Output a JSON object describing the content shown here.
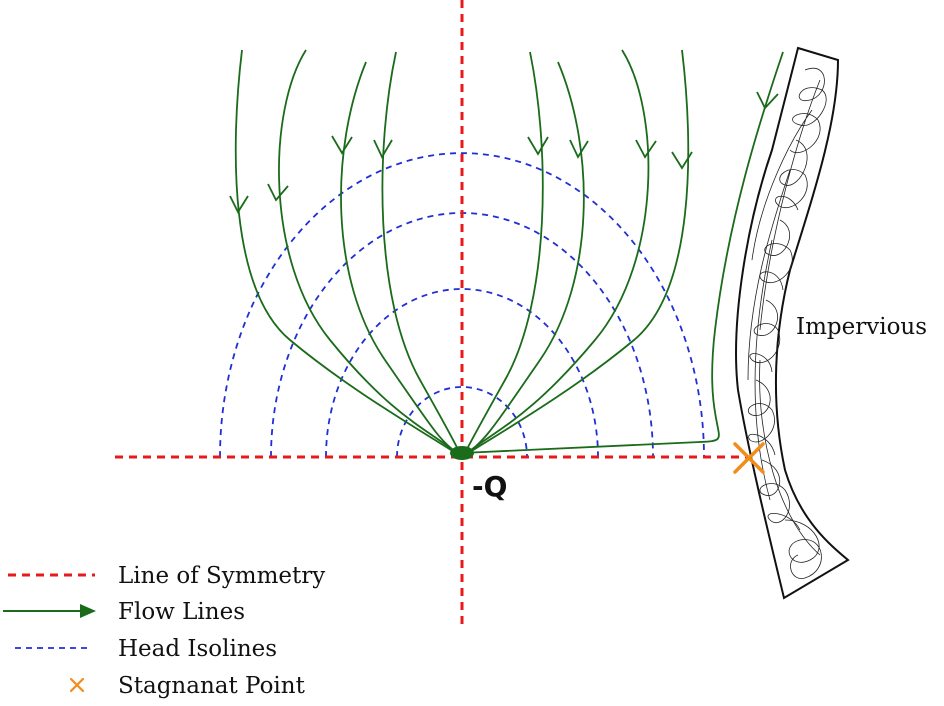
{
  "diagram": {
    "sink_label": "-Q",
    "barrier_label": "Impervious",
    "colors": {
      "symmetry": "#e8191a",
      "flow": "#1a6b1a",
      "isoline": "#1f2fd6",
      "stagnation": "#f28c1a",
      "barrier": "#111111"
    }
  },
  "legend": {
    "items": [
      {
        "label": "Line of Symmetry",
        "icon": "red-dashed-line-icon"
      },
      {
        "label": "Flow Lines",
        "icon": "green-arrow-icon"
      },
      {
        "label": "Head Isolines",
        "icon": "blue-dashed-line-icon"
      },
      {
        "label": "Stagnanat Point",
        "icon": "orange-cross-icon"
      }
    ]
  }
}
